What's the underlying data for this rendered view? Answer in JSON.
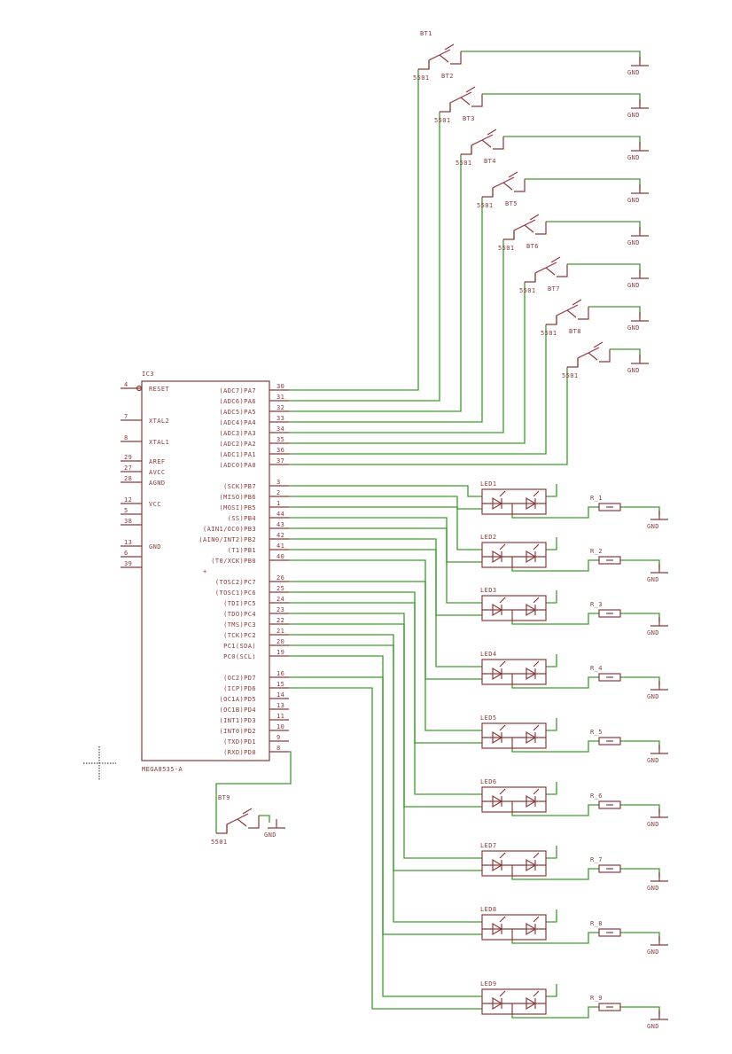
{
  "colors": {
    "symbol": "#8b3a3a",
    "wire": "#3d9a2e",
    "background": "#ffffff"
  },
  "ic": {
    "name": "IC3",
    "value": "MEGA8535-A"
  },
  "left_pins": [
    {
      "num": "4",
      "label": "RESET",
      "inverted": true
    },
    {
      "num": "7",
      "label": "XTAL2"
    },
    {
      "num": "8",
      "label": "XTAL1"
    },
    {
      "num": "29",
      "label": "AREF"
    },
    {
      "num": "27",
      "label": "AVCC"
    },
    {
      "num": "28",
      "label": "AGND"
    },
    {
      "num": "12",
      "label": "VCC"
    },
    {
      "num": "5",
      "label": ""
    },
    {
      "num": "38",
      "label": ""
    },
    {
      "num": "13",
      "label": "GND"
    },
    {
      "num": "6",
      "label": ""
    },
    {
      "num": "39",
      "label": ""
    }
  ],
  "right_pins": [
    {
      "num": "30",
      "label": "(ADC7)PA7"
    },
    {
      "num": "31",
      "label": "(ADC6)PA6"
    },
    {
      "num": "32",
      "label": "(ADC5)PA5"
    },
    {
      "num": "33",
      "label": "(ADC4)PA4"
    },
    {
      "num": "34",
      "label": "(ADC3)PA3"
    },
    {
      "num": "35",
      "label": "(ADC2)PA2"
    },
    {
      "num": "36",
      "label": "(ADC1)PA1"
    },
    {
      "num": "37",
      "label": "(ADC0)PA0"
    },
    {
      "num": "3",
      "label": "(SCK)PB7"
    },
    {
      "num": "2",
      "label": "(MISO)PB6"
    },
    {
      "num": "1",
      "label": "(MOSI)PB5"
    },
    {
      "num": "44",
      "label": "(SS)PB4"
    },
    {
      "num": "43",
      "label": "(AIN1/OC0)PB3"
    },
    {
      "num": "42",
      "label": "(AIN0/INT2)PB2"
    },
    {
      "num": "41",
      "label": "(T1)PB1"
    },
    {
      "num": "40",
      "label": "(T0/XCK)PB0"
    },
    {
      "num": "26",
      "label": "(TOSC2)PC7"
    },
    {
      "num": "25",
      "label": "(TOSC1)PC6"
    },
    {
      "num": "24",
      "label": "(TDI)PC5"
    },
    {
      "num": "23",
      "label": "(TDO)PC4"
    },
    {
      "num": "22",
      "label": "(TMS)PC3"
    },
    {
      "num": "21",
      "label": "(TCK)PC2"
    },
    {
      "num": "20",
      "label": "PC1(SDA)"
    },
    {
      "num": "19",
      "label": "PC0(SCL)"
    },
    {
      "num": "16",
      "label": "(OC2)PD7"
    },
    {
      "num": "15",
      "label": "(ICP)PD6"
    },
    {
      "num": "14",
      "label": "(OC1A)PD5"
    },
    {
      "num": "13",
      "label": "(OC1B)PD4"
    },
    {
      "num": "11",
      "label": "(INT1)PD3"
    },
    {
      "num": "10",
      "label": "(INT0)PD2"
    },
    {
      "num": "9",
      "label": "(TXD)PD1"
    },
    {
      "num": "8",
      "label": "(RXD)PD0"
    }
  ],
  "buttons": [
    {
      "name": "BT1",
      "value": "5501"
    },
    {
      "name": "BT2",
      "value": "5501"
    },
    {
      "name": "BT3",
      "value": "5501"
    },
    {
      "name": "BT4",
      "value": "5501"
    },
    {
      "name": "BT5",
      "value": "5501"
    },
    {
      "name": "BT6",
      "value": "5501"
    },
    {
      "name": "BT7",
      "value": "5501"
    },
    {
      "name": "BT8",
      "value": "5501"
    },
    {
      "name": "BT9",
      "value": "5501"
    }
  ],
  "leds": [
    "LED1",
    "LED2",
    "LED3",
    "LED4",
    "LED5",
    "LED6",
    "LED7",
    "LED8",
    "LED9"
  ],
  "resistors": [
    "R_1",
    "R_2",
    "R_3",
    "R_4",
    "R_5",
    "R_6",
    "R_7",
    "R_8",
    "R_9"
  ],
  "gnd_label": "GND"
}
